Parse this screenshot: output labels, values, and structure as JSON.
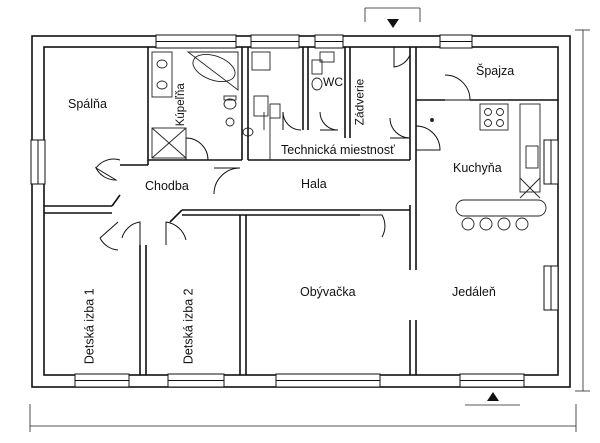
{
  "rooms": {
    "spalna": "Spálňa",
    "kupelna": "Kúpeľňa",
    "wc": "WC",
    "zadverie": "Zádverie",
    "spajza": "Špajza",
    "technicka": "Technická miestnosť",
    "chodba": "Chodba",
    "hala": "Hala",
    "kuchyna": "Kuchyňa",
    "detska1": "Detská izba 1",
    "detska2": "Detská izba 2",
    "obyvacka": "Obývačka",
    "jedalen": "Jedáleň"
  },
  "colors": {
    "wall": "#111111",
    "line": "#222222"
  }
}
